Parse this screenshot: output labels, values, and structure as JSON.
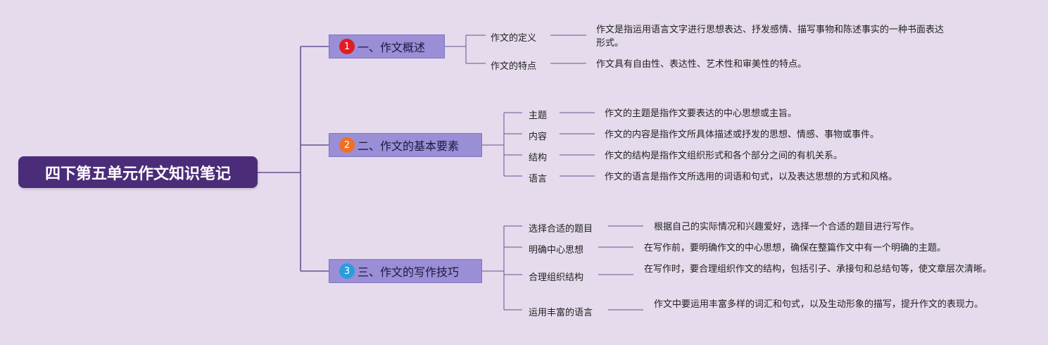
{
  "root": {
    "title": "四下第五单元作文知识笔记"
  },
  "colors": {
    "line": "#6a4f94",
    "red": "#e31b23",
    "orange": "#f07026",
    "blue": "#2b9ddc"
  },
  "branches": [
    {
      "number": "1",
      "title": "一、作文概述",
      "children": [
        {
          "topic": "作文的定义",
          "desc": "作文是指运用语言文字进行思想表达、抒发感情、描写事物和陈述事实的一种书面表达形式。"
        },
        {
          "topic": "作文的特点",
          "desc": "作文具有自由性、表达性、艺术性和审美性的特点。"
        }
      ]
    },
    {
      "number": "2",
      "title": "二、作文的基本要素",
      "children": [
        {
          "topic": "主题",
          "desc": "作文的主题是指作文要表达的中心思想或主旨。"
        },
        {
          "topic": "内容",
          "desc": "作文的内容是指作文所具体描述或抒发的思想、情感、事物或事件。"
        },
        {
          "topic": "结构",
          "desc": "作文的结构是指作文组织形式和各个部分之间的有机关系。"
        },
        {
          "topic": "语言",
          "desc": "作文的语言是指作文所选用的词语和句式，以及表达思想的方式和风格。"
        }
      ]
    },
    {
      "number": "3",
      "title": "三、作文的写作技巧",
      "children": [
        {
          "topic": "选择合适的题目",
          "desc": "根据自己的实际情况和兴趣爱好，选择一个合适的题目进行写作。"
        },
        {
          "topic": "明确中心思想",
          "desc": "在写作前，要明确作文的中心思想，确保在整篇作文中有一个明确的主题。"
        },
        {
          "topic": "合理组织结构",
          "desc": "在写作时，要合理组织作文的结构，包括引子、承接句和总结句等，使文章层次清晰。"
        },
        {
          "topic": "运用丰富的语言",
          "desc": "作文中要运用丰富多样的词汇和句式，以及生动形象的描写，提升作文的表现力。"
        }
      ]
    }
  ]
}
